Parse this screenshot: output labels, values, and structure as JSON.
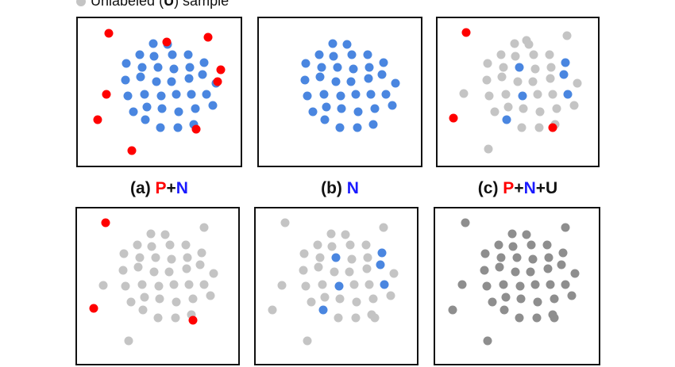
{
  "legend": {
    "unlabeled_text": "Unlabeled (",
    "unlabeled_letter": "U",
    "unlabeled_suffix": ") sample",
    "dot_color": "#c4c4c4"
  },
  "colors": {
    "P": "#ff0000",
    "N": "#4a86e0",
    "U": "#c4c4c4",
    "U_dark": "#8e8e8e"
  },
  "captions": [
    {
      "id": "a",
      "prefix": "(a) ",
      "parts": [
        {
          "t": "P",
          "c": "red"
        },
        {
          "t": "+",
          "c": ""
        },
        {
          "t": "N",
          "c": "blue"
        }
      ]
    },
    {
      "id": "b",
      "prefix": "(b) ",
      "parts": [
        {
          "t": "N",
          "c": "blue"
        }
      ]
    },
    {
      "id": "c",
      "prefix": "(c) ",
      "parts": [
        {
          "t": "P",
          "c": "red"
        },
        {
          "t": "+",
          "c": ""
        },
        {
          "t": "N",
          "c": "blue"
        },
        {
          "t": "+U",
          "c": ""
        }
      ]
    }
  ]
}
